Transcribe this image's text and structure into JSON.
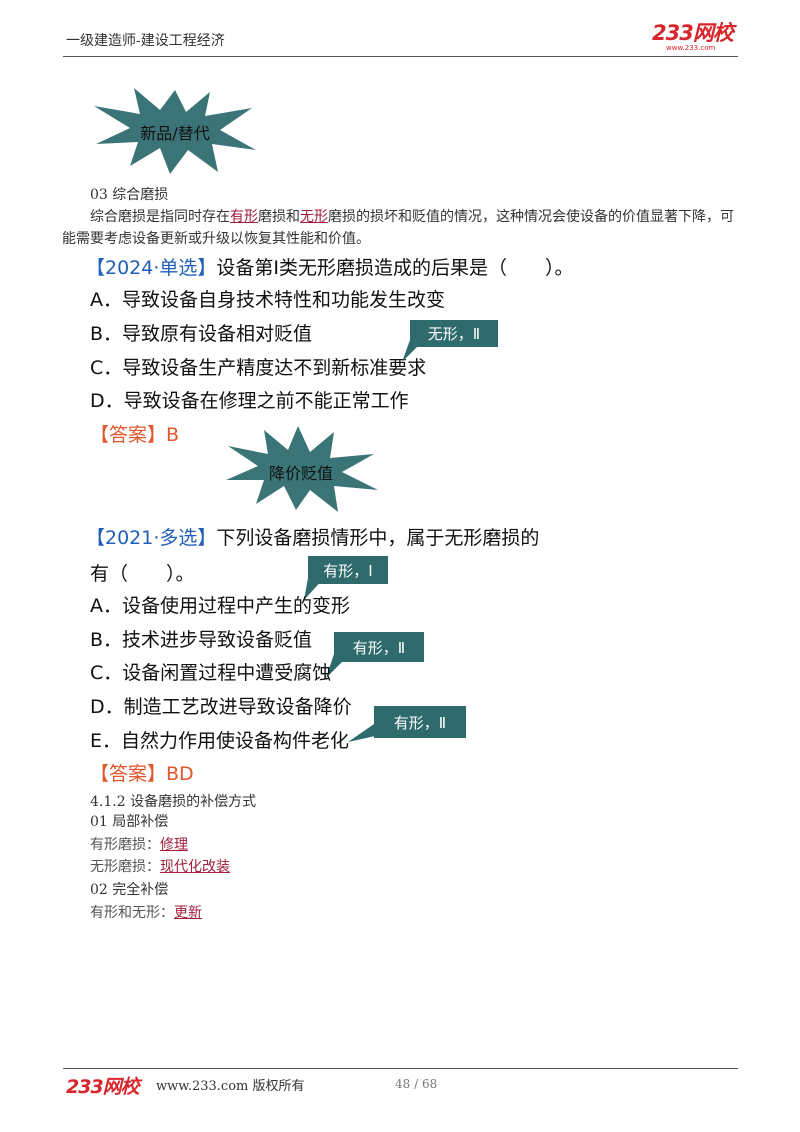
{
  "header": {
    "title": "一级建造师-建设工程经济",
    "logo_text": "233网校",
    "logo_url": "www.233.com"
  },
  "bursts": {
    "first": "新品/替代",
    "second": "降价贬值"
  },
  "section1": {
    "heading": "03  综合磨损",
    "para_pre": "综合磨损是指同时存在",
    "para_link1": "有形",
    "para_mid": "磨损和",
    "para_link2": "无形",
    "para_post": "磨损的损坏和贬值的情况，这种情况会使设备的价值显著下降，可能需要考虑设备更新或升级以恢复其性能和价值。"
  },
  "q1": {
    "tag": "【2024·单选】",
    "stem": "设备第Ⅰ类无形磨损造成的后果是（　　）。",
    "options": [
      "A．导致设备自身技术特性和功能发生改变",
      "B．导致原有设备相对贬值",
      "C．导致设备生产精度达不到新标准要求",
      "D．导致设备在修理之前不能正常工作"
    ],
    "answer": "【答案】B",
    "callout": "无形，Ⅱ"
  },
  "q2": {
    "tag": "【2021·多选】",
    "stem_line1": "下列设备磨损情形中，属于无形磨损的",
    "stem_line2": "有（　　）。",
    "options": [
      "A．设备使用过程中产生的变形",
      "B．技术进步导致设备贬值",
      "C．设备闲置过程中遭受腐蚀",
      "D．制造工艺改进导致设备降价",
      "E．自然力作用使设备构件老化"
    ],
    "answer": "【答案】BD",
    "callouts": [
      "有形，Ⅰ",
      "有形，Ⅱ",
      "有形，Ⅱ"
    ]
  },
  "section2": {
    "heading": "4.1.2  设备磨损的补偿方式",
    "sub1": "01  局部补偿",
    "line1_label": "有形磨损：",
    "line1_link": "修理",
    "line2_label": "无形磨损：",
    "line2_link": "现代化改装",
    "sub2": "02  完全补偿",
    "line3_label": "有形和无形：",
    "line3_link": "更新"
  },
  "footer": {
    "logo_text": "233网校",
    "copyright": "www.233.com 版权所有",
    "page": "48 / 68"
  },
  "colors": {
    "callout": "#2f6b6d",
    "burst": "#3b7477",
    "tag_blue": "#1f5fb8",
    "answer_orange": "#e2572b",
    "link_red": "#a21e3a"
  }
}
